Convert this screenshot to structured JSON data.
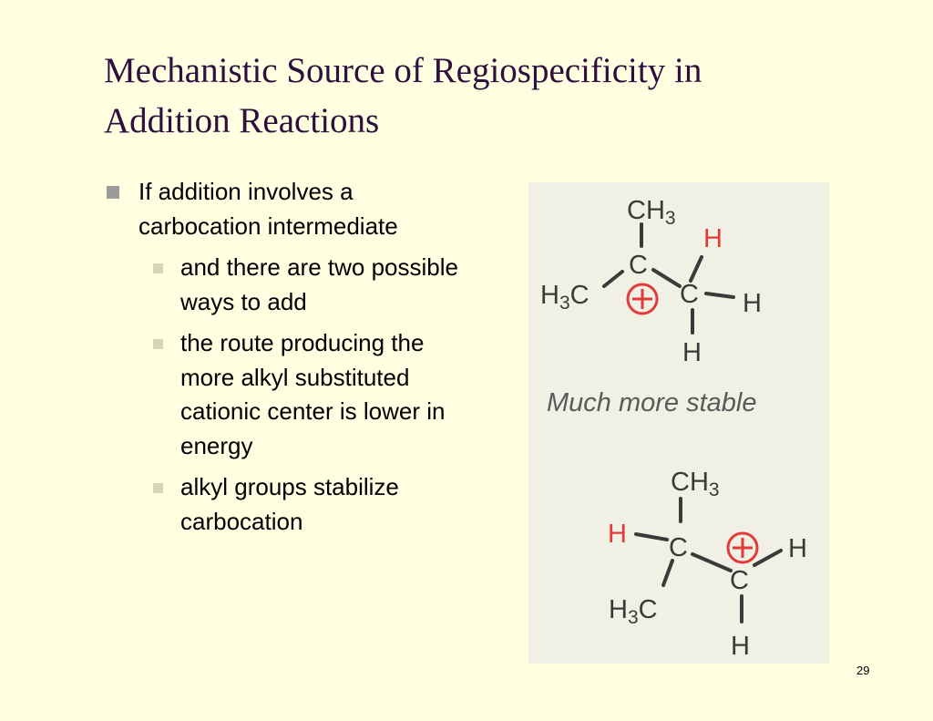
{
  "slide": {
    "title_line1": "Mechanistic Source of Regiospecificity in",
    "title_line2": "Addition Reactions",
    "bullet": "If addition involves a carbocation intermediate",
    "sub_bullets": [
      "and there are two possible ways to add",
      "the route producing the more alkyl substituted cationic center is lower in energy",
      "alkyl groups stabilize carbocation"
    ],
    "page_number": "29"
  },
  "figure": {
    "caption": "Much more stable",
    "atoms": {
      "carbon": "C",
      "hydrogen": "H",
      "methyl": "CH",
      "methyl_left": "H",
      "methyl_left_c": "C",
      "subscript": "3",
      "plus": "+"
    },
    "colors": {
      "bond": "#3a3a3a",
      "atom": "#3a3a3a",
      "highlight": "#e23a3a",
      "caption": "#5a5a5a"
    }
  }
}
